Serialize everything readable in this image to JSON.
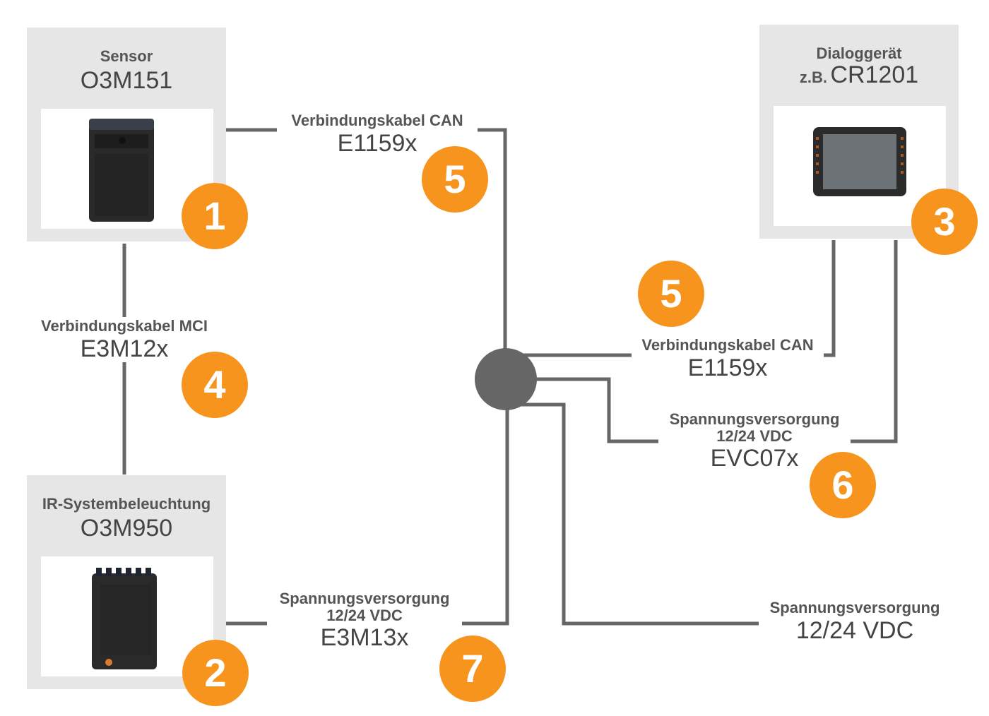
{
  "colors": {
    "badge": "#f7941d",
    "line": "#666666",
    "card": "#e6e6e6"
  },
  "devices": {
    "sensor": {
      "label": "Sensor",
      "model": "O3M151",
      "badge": "1",
      "icon": "sensor-icon"
    },
    "illumination": {
      "label": "IR-Systembeleuchtung",
      "model": "O3M950",
      "badge": "2",
      "icon": "illumination-icon"
    },
    "display": {
      "label": "Dialoggerät",
      "prefix": "z.B.",
      "model": "CR1201",
      "badge": "3",
      "icon": "display-icon"
    }
  },
  "cables": {
    "mci": {
      "label": "Verbindungskabel MCI",
      "model": "E3M12x",
      "badge": "4"
    },
    "can_top": {
      "label": "Verbindungskabel CAN",
      "model": "E1159x",
      "badge": "5"
    },
    "can_right": {
      "label": "Verbindungskabel CAN",
      "model": "E1159x",
      "badge": "5"
    },
    "power_display": {
      "label": "Spannungsversorgung",
      "sub": "12/24 VDC",
      "model": "EVC07x",
      "badge": "6"
    },
    "power_illum": {
      "label": "Spannungsversorgung",
      "sub": "12/24 VDC",
      "model": "E3M13x",
      "badge": "7"
    },
    "power_supply": {
      "label": "Spannungsversorgung",
      "value": "12/24 VDC"
    }
  }
}
